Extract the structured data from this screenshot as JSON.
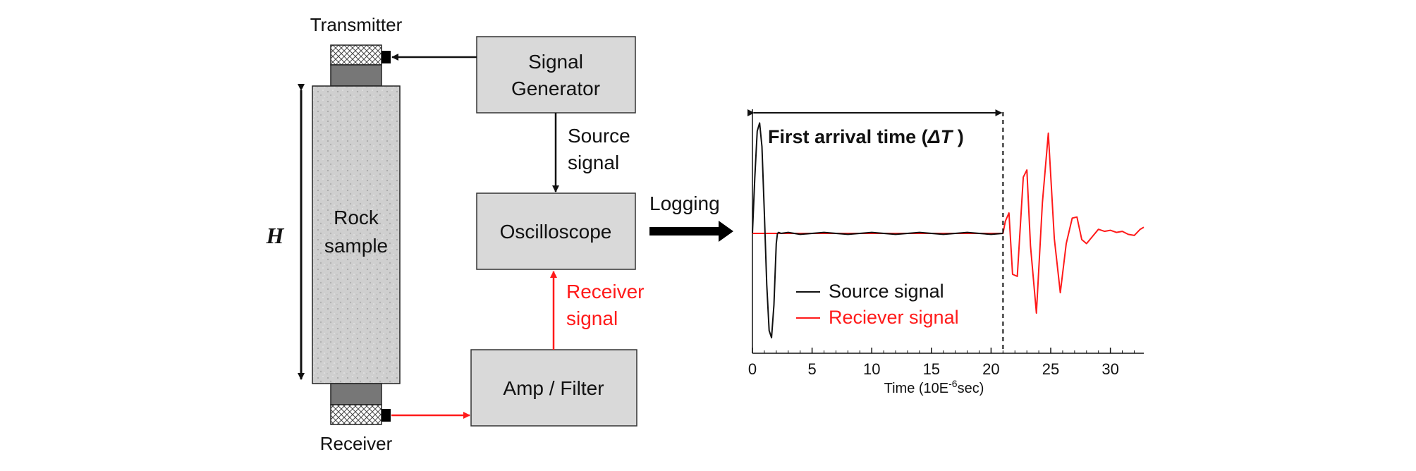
{
  "labels": {
    "transmitter": "Transmitter",
    "receiver": "Receiver",
    "height_symbol": "H",
    "rock_line1": "Rock",
    "rock_line2": "sample",
    "signal_gen_line1": "Signal",
    "signal_gen_line2": "Generator",
    "source_line1": "Source",
    "source_line2": "signal",
    "oscilloscope": "Oscilloscope",
    "receiver_sig_line1": "Receiver",
    "receiver_sig_line2": "signal",
    "amp_filter": "Amp / Filter",
    "logging": "Logging"
  },
  "colors": {
    "red": "#ff1a1a",
    "box_fill": "#d9d9d9",
    "rock_fill": "#cfcfcf",
    "cap_fill": "#777777"
  },
  "chart_data": {
    "type": "line",
    "annotation": {
      "label": "First arrival time (",
      "symbol": "ΔT",
      "close": " )",
      "value": 21
    },
    "xlabel": "Time (10E",
    "xlabel_sup": "-6",
    "xlabel_tail": "sec)",
    "xlim": [
      0,
      32.8
    ],
    "xticks": [
      0,
      5,
      10,
      15,
      20,
      25,
      30
    ],
    "ylim": [
      -1.25,
      1.25
    ],
    "legend_position": "center-left",
    "series": [
      {
        "name": "Source signal",
        "color": "#111111",
        "x": [
          0,
          0.2,
          0.4,
          0.6,
          0.8,
          1.0,
          1.2,
          1.4,
          1.6,
          1.8,
          2.0,
          2.1,
          2.2,
          2.4,
          3,
          4,
          5,
          6,
          7,
          8,
          9,
          10,
          11,
          12,
          13,
          14,
          15,
          16,
          17,
          18,
          19,
          20,
          21
        ],
        "values": [
          0,
          0.55,
          1.0,
          1.08,
          0.85,
          0.2,
          -0.5,
          -0.95,
          -1.02,
          -0.7,
          -0.1,
          0,
          0.01,
          0,
          0.01,
          -0.01,
          0,
          0.01,
          0,
          -0.01,
          0,
          0.01,
          0,
          -0.01,
          0,
          0.01,
          0,
          -0.01,
          0,
          0.01,
          0,
          -0.01,
          0
        ]
      },
      {
        "name": "Reciever signal",
        "color": "#ff1a1a",
        "x": [
          0,
          21,
          21.2,
          21.5,
          21.8,
          22.2,
          22.7,
          23.0,
          23.3,
          23.8,
          24.3,
          24.8,
          25.3,
          25.8,
          26.3,
          26.8,
          27.2,
          27.6,
          28.0,
          28.5,
          29,
          29.5,
          30,
          30.5,
          31,
          31.5,
          32,
          32.5,
          32.8
        ],
        "values": [
          0,
          0,
          0.12,
          0.2,
          -0.4,
          -0.42,
          0.55,
          0.62,
          -0.12,
          -0.78,
          0.3,
          0.98,
          -0.05,
          -0.58,
          -0.1,
          0.15,
          0.16,
          -0.06,
          -0.1,
          -0.03,
          0.04,
          0.02,
          0.03,
          0.01,
          0.02,
          -0.01,
          -0.02,
          0.04,
          0.06
        ]
      }
    ]
  }
}
